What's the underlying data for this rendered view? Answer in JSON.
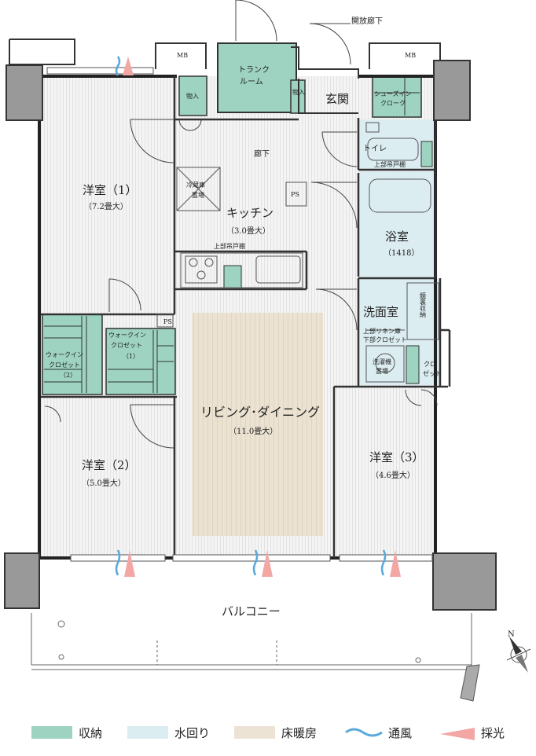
{
  "top": {
    "corridor": "開放廊下"
  },
  "rooms": {
    "western1": {
      "name": "洋室（1）",
      "size": "（7.2畳大）"
    },
    "western2": {
      "name": "洋室（2）",
      "size": "（5.0畳大）"
    },
    "western3": {
      "name": "洋室（3）",
      "size": "（4.6畳大）"
    },
    "living": {
      "name": "リビング･ダイニング",
      "size": "（11.0畳大）"
    },
    "kitchen": {
      "name": "キッチン",
      "size": "（3.0畳大）",
      "cabinet": "上部吊戸棚"
    },
    "hallway": "廊下",
    "entrance": "玄関",
    "toilet": {
      "name": "トイレ",
      "cabinet": "上部吊戸棚"
    },
    "bath": {
      "name": "浴室",
      "size": "（1418）"
    },
    "washroom": {
      "name": "洗面室",
      "closet_line1": "上部リネン庫",
      "closet_line2": "下部クロゼット",
      "mirror": "鏡裏収納"
    },
    "washer": {
      "line1": "洗濯機",
      "line2": "置場"
    },
    "closet_small": {
      "line1": "クロ",
      "line2": "ゼット"
    },
    "wic1": {
      "line1": "ウォークイン",
      "line2": "クロゼット",
      "line3": "（1）"
    },
    "wic2": {
      "line1": "ウォークイン",
      "line2": "クロゼット",
      "line3": "（2）"
    },
    "trunk": {
      "line1": "トランク",
      "line2": "ルーム"
    },
    "shoes": {
      "line1": "シューズイン",
      "line2": "クローク"
    },
    "fridge": {
      "line1": "冷蔵庫",
      "line2": "置場"
    },
    "storage_a": "物入",
    "storage_b": "物入",
    "mb_left": "MB",
    "mb_right": "MB",
    "ps_kitchen": "PS",
    "ps_closet": "PS",
    "balcony": "バルコニー"
  },
  "legend": [
    {
      "label": "収納",
      "color": "#9ed3c1"
    },
    {
      "label": "水回り",
      "color": "#dcedf1"
    },
    {
      "label": "床暖房",
      "color": "#ece3d5"
    },
    {
      "label": "通風",
      "color": "#5aa9db"
    },
    {
      "label": "採光",
      "color": "#f2a7a4"
    }
  ],
  "compass": {
    "north": "N"
  }
}
